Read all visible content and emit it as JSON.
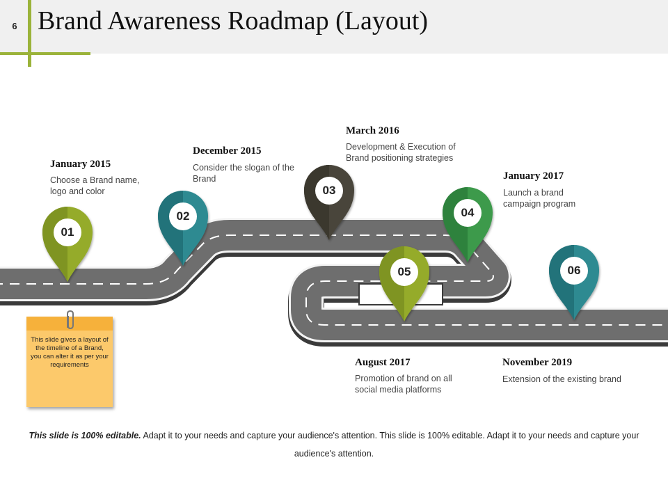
{
  "slide": {
    "number": "6",
    "title": "Brand Awareness Roadmap (Layout)"
  },
  "milestones": [
    {
      "num": "01",
      "date": "January 2015",
      "desc": "Choose a Brand name, logo and color",
      "color": "#95ab2c"
    },
    {
      "num": "02",
      "date": "December 2015",
      "desc": "Consider the slogan of the Brand",
      "color": "#2e8a91"
    },
    {
      "num": "03",
      "date": "March 2016",
      "desc": "Development & Execution of Brand positioning strategies",
      "color": "#48453a"
    },
    {
      "num": "04",
      "date": "January 2017",
      "desc": "Launch a brand campaign program",
      "color": "#3c9a4c"
    },
    {
      "num": "05",
      "date": "August 2017",
      "desc": "Promotion of brand on all social media platforms",
      "color": "#95ab2c"
    },
    {
      "num": "06",
      "date": "November 2019",
      "desc": "Extension of the existing brand",
      "color": "#2e8a91"
    }
  ],
  "note": {
    "text": "This slide gives a layout of the timeline of a Brand, you can alter it as per your requirements"
  },
  "footer": {
    "bold": "This slide is 100% editable.",
    "text": " Adapt it to your needs and capture your audience's attention. This slide is 100% editable. Adapt it to your needs and capture your audience's attention."
  }
}
